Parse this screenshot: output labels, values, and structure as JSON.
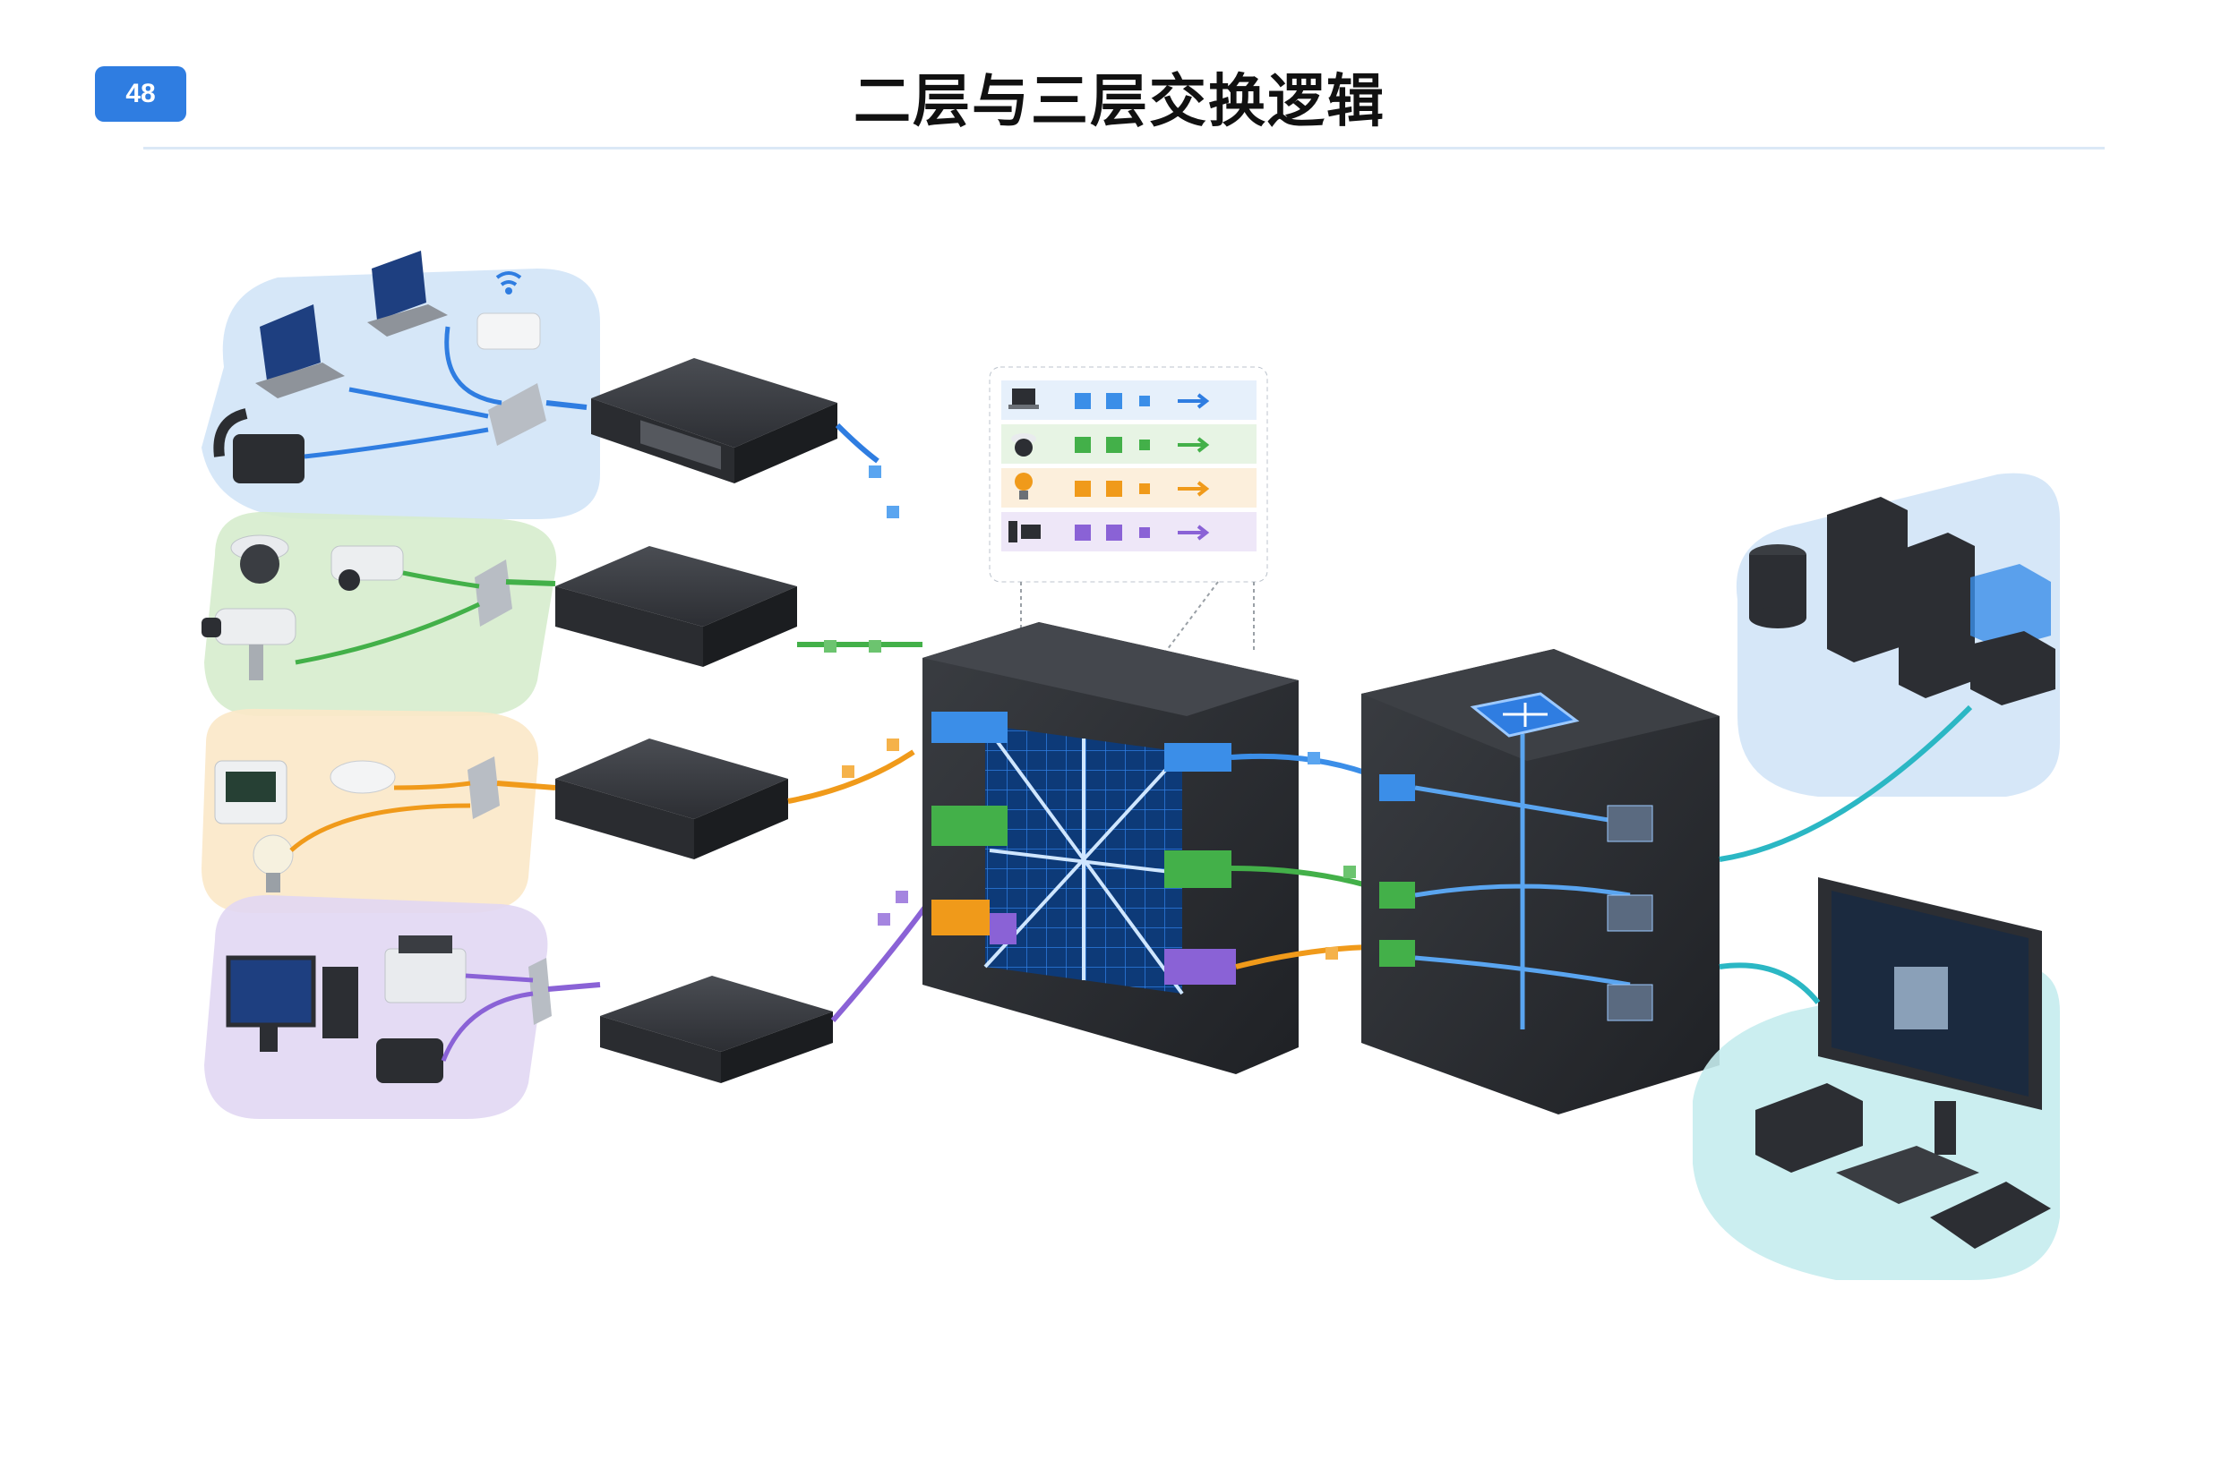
{
  "header": {
    "page_number": "48",
    "title": "二层与三层交换逻辑"
  },
  "diagram": {
    "nodes": [
      {
        "id": "zone-office",
        "kind": "device-group",
        "icons": [
          "laptop-icon",
          "laptop-icon",
          "wifi-ap-icon",
          "ip-phone-icon"
        ],
        "color": "#3b8ee8"
      },
      {
        "id": "zone-cameras",
        "kind": "device-group",
        "icons": [
          "dome-camera-icon",
          "bullet-camera-icon",
          "camera-icon"
        ],
        "color": "#43b049"
      },
      {
        "id": "zone-iot",
        "kind": "device-group",
        "icons": [
          "thermostat-icon",
          "smoke-sensor-icon",
          "light-bulb-icon"
        ],
        "color": "#f09a1a"
      },
      {
        "id": "zone-desktop",
        "kind": "device-group",
        "icons": [
          "desktop-pc-icon",
          "printer-icon",
          "ip-phone-icon"
        ],
        "color": "#8a62d6"
      },
      {
        "id": "access-switches",
        "kind": "layer2-switch",
        "count": 4
      },
      {
        "id": "core-l2-switch",
        "kind": "vlan-crossbar-switch"
      },
      {
        "id": "l3-router-switch",
        "kind": "layer3-switch",
        "icons": [
          "router-chip-icon"
        ]
      },
      {
        "id": "zone-datacenter",
        "kind": "server-group",
        "icons": [
          "database-icon",
          "server-rack-icon",
          "cloud-storage-icon"
        ],
        "color": "#3b8ee8"
      },
      {
        "id": "zone-management",
        "kind": "workstation-group",
        "icons": [
          "monitor-dashboard-icon",
          "mini-pc-icon",
          "keyboard-icon",
          "tablet-icon"
        ],
        "color": "#2bb7c4"
      }
    ],
    "legend_rows": [
      {
        "icon": "laptop-icon",
        "color": "#3b8ee8"
      },
      {
        "icon": "camera-icon",
        "color": "#43b049"
      },
      {
        "icon": "light-bulb-icon",
        "color": "#f09a1a"
      },
      {
        "icon": "desktop-pc-icon",
        "color": "#8a62d6"
      }
    ]
  }
}
